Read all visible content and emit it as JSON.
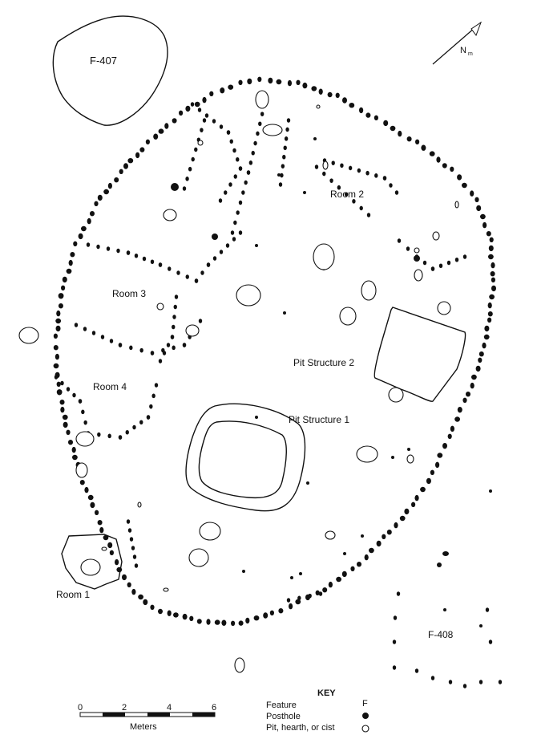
{
  "features": {
    "f407": "F-407",
    "f408": "F-408",
    "room1": "Room 1",
    "room2": "Room 2",
    "room3": "Room 3",
    "room4": "Room 4",
    "pit_structure_1": "Pit Structure 1",
    "pit_structure_2": "Pit Structure 2"
  },
  "north_arrow": {
    "label": "N",
    "subscript": "m",
    "icon": "north-arrow-icon"
  },
  "scale_bar": {
    "ticks": [
      "0",
      "2",
      "4",
      "6"
    ],
    "unit": "Meters"
  },
  "key": {
    "title": "KEY",
    "items": [
      {
        "label": "Feature",
        "symbol_text": "F",
        "symbol": "letter-f"
      },
      {
        "label": "Posthole",
        "symbol": "filled-circle"
      },
      {
        "label": "Pit, hearth, or cist",
        "symbol": "open-circle"
      }
    ]
  }
}
